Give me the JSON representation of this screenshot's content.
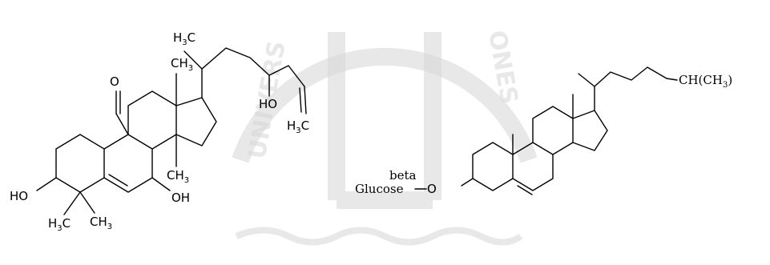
{
  "watermark": {
    "text_left": "UNIVERS",
    "text_right": "ONES"
  },
  "molecule_left": {
    "labels": {
      "aldehyde_o": "O",
      "methyl_top_h": "H",
      "methyl_top_c": "C",
      "methyl_top_sub": "3",
      "ch3_c13": "CH",
      "ch3_c13_sub": "3",
      "hydroxyl_side": "HO",
      "methyl_end_h": "H",
      "methyl_end_c": "C",
      "methyl_end_sub": "3",
      "ch3_c14": "CH",
      "ch3_c14_sub": "3",
      "ho_c3": "HO",
      "oh_c7": "OH",
      "h3c_c4_h": "H",
      "h3c_c4_c": "C",
      "h3c_c4_sub": "3",
      "ch3_c4": "CH",
      "ch3_c4_sub": "3"
    }
  },
  "molecule_right": {
    "labels": {
      "chain_end": "CH(CH",
      "chain_end_sub": "3",
      "chain_end_close": ")",
      "beta": "beta",
      "glucose": "Glucose",
      "linker_o": "O"
    }
  }
}
